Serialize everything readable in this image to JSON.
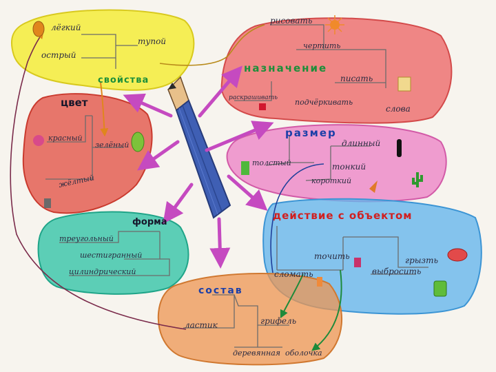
{
  "colors": {
    "paper": "#f7f4ee",
    "yellow": "#f4ec3a",
    "red_purpose": "#ec6a6a",
    "red_color": "#e2564a",
    "pink_size": "#ec7fc4",
    "blue_action": "#67b6ec",
    "teal_shape": "#35c4a8",
    "orange_composition": "#ee9552",
    "pencil_body": "#3f5fb4",
    "arrow_purple": "#c54ac0",
    "heading_green": "#1c8f3a",
    "heading_blue": "#1b3fa8",
    "heading_red": "#d11f1f",
    "heading_black": "#16162a"
  },
  "clusters": {
    "svoistva": {
      "title": "свойства",
      "items": [
        "лёгкий",
        "острый",
        "тупой"
      ]
    },
    "naznachenie": {
      "title": "назначение",
      "items": [
        "рисовать",
        "чертить",
        "писать",
        "раскрашивать",
        "подчёркивать",
        "слова"
      ]
    },
    "cvet": {
      "title": "цвет",
      "items": [
        "красный",
        "зелёный",
        "жёлтый"
      ]
    },
    "razmer": {
      "title": "размер",
      "items": [
        "длинный",
        "толстый",
        "тонкий",
        "короткий"
      ]
    },
    "forma": {
      "title": "форма",
      "items": [
        "треугольный",
        "шестигранный",
        "цилиндрический"
      ]
    },
    "deistvie": {
      "title": "действие с объектом",
      "items": [
        "точить",
        "сломать",
        "грызть",
        "выбросить"
      ]
    },
    "sostav": {
      "title": "состав",
      "items": [
        "ластик",
        "грифель",
        "деревянная",
        "оболочка"
      ]
    }
  }
}
